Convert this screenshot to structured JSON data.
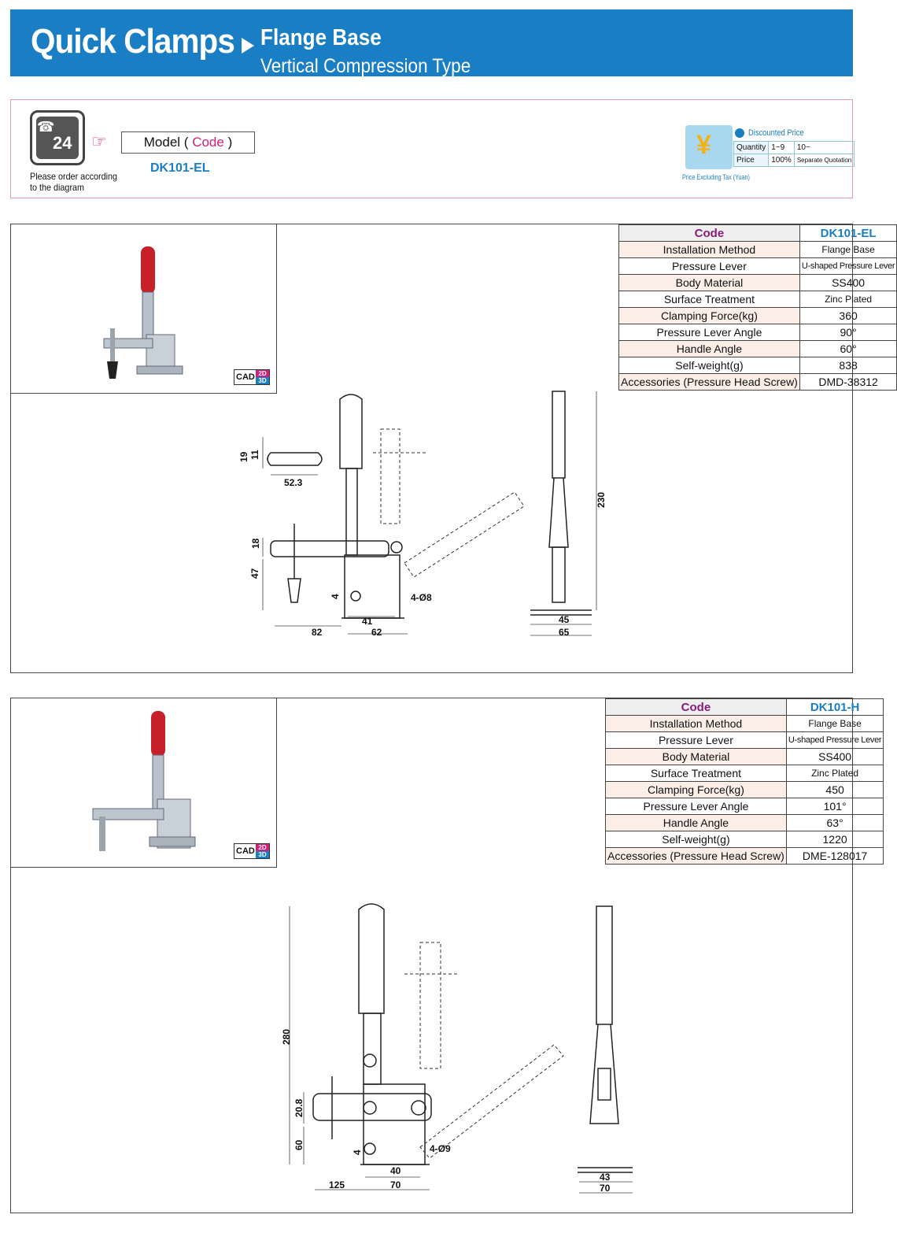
{
  "header": {
    "title": "Quick Clamps",
    "subtitle_line1": "Flange Base",
    "subtitle_line2": "Vertical Compression Type"
  },
  "order": {
    "phone_number": "24",
    "note_line1": "Please order according",
    "note_line2": "to the diagram",
    "model_label": "Model (",
    "model_code_word": "Code",
    "model_close": ")",
    "code_value": "DK101-EL"
  },
  "pricing": {
    "currency_symbol": "¥",
    "tax_note": "Price Excluding Tax (Yuan)",
    "discount_label": "Discounted Price",
    "quantity_label": "Quantity",
    "qty_1": "1~9",
    "qty_2": "10~",
    "price_label": "Price",
    "price_1": "100%",
    "price_2": "Separate Quotation"
  },
  "products": [
    {
      "cad_label": "CAD",
      "cad_2d": "2D",
      "cad_3d": "3D",
      "spec": {
        "code_header": "Code",
        "code_value": "DK101-EL",
        "installation_method_label": "Installation Method",
        "installation_method": "Flange Base",
        "pressure_lever_label": "Pressure Lever",
        "pressure_lever": "U-shaped Pressure Lever",
        "body_material_label": "Body Material",
        "body_material": "SS400",
        "surface_treatment_label": "Surface Treatment",
        "surface_treatment": "Zinc Plated",
        "clamping_force_label": "Clamping Force(kg)",
        "clamping_force": "360",
        "pressure_lever_angle_label": "Pressure Lever Angle",
        "pressure_lever_angle": "90°",
        "handle_angle_label": "Handle Angle",
        "handle_angle": "60°",
        "self_weight_label": "Self-weight(g)",
        "self_weight": "838",
        "accessories_label": "Accessories (Pressure Head Screw)",
        "accessories": "DMD-38312"
      },
      "dims": {
        "d19": "19",
        "d11": "11",
        "d52": "52.3",
        "d18": "18",
        "d47": "47",
        "d4": "4",
        "hole": "4-Ø8",
        "d41": "41",
        "d82": "82",
        "d62": "62",
        "d230": "230",
        "d45": "45",
        "d65": "65"
      }
    },
    {
      "cad_label": "CAD",
      "cad_2d": "2D",
      "cad_3d": "3D",
      "spec": {
        "code_header": "Code",
        "code_value": "DK101-H",
        "installation_method_label": "Installation Method",
        "installation_method": "Flange Base",
        "pressure_lever_label": "Pressure Lever",
        "pressure_lever": "U-shaped Pressure Lever",
        "body_material_label": "Body Material",
        "body_material": "SS400",
        "surface_treatment_label": "Surface Treatment",
        "surface_treatment": "Zinc Plated",
        "clamping_force_label": "Clamping Force(kg)",
        "clamping_force": "450",
        "pressure_lever_angle_label": "Pressure Lever Angle",
        "pressure_lever_angle": "101°",
        "handle_angle_label": "Handle Angle",
        "handle_angle": "63°",
        "self_weight_label": "Self-weight(g)",
        "self_weight": "1220",
        "accessories_label": "Accessories (Pressure Head Screw)",
        "accessories": "DME-128017"
      },
      "dims": {
        "d280": "280",
        "d20": "20.8",
        "d60": "60",
        "d4": "4",
        "hole": "4-Ø9",
        "d40": "40",
        "d125": "125",
        "d70": "70",
        "d43": "43",
        "d70b": "70"
      }
    }
  ],
  "colors": {
    "brand_blue": "#1a7ec4",
    "accent_pink": "#d0207a",
    "handle_red": "#c8202a",
    "header_code_purple": "#8a1c78"
  }
}
